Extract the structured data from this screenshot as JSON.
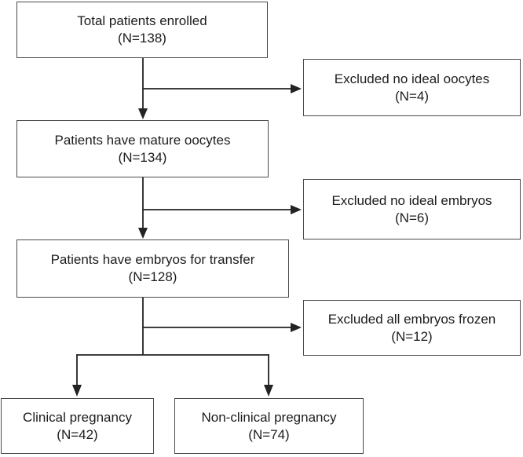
{
  "diagram": {
    "boxes": [
      {
        "name": "total-enrolled",
        "line1": "Total patients enrolled",
        "line2": "(N=138)"
      },
      {
        "name": "excluded-no-ideal-oocytes",
        "line1": "Excluded no ideal oocytes",
        "line2": "(N=4)"
      },
      {
        "name": "mature-oocytes",
        "line1": "Patients have mature oocytes",
        "line2": "(N=134)"
      },
      {
        "name": "excluded-no-ideal-embryos",
        "line1": "Excluded no ideal embryos",
        "line2": "(N=6)"
      },
      {
        "name": "embryos-for-transfer",
        "line1": "Patients have embryos for transfer",
        "line2": "(N=128)"
      },
      {
        "name": "excluded-all-embryos-frozen",
        "line1": "Excluded all embryos frozen",
        "line2": "(N=12)"
      },
      {
        "name": "clinical-pregnancy",
        "line1": "Clinical pregnancy",
        "line2": "(N=42)"
      },
      {
        "name": "non-clinical-pregnancy",
        "line1": "Non-clinical pregnancy",
        "line2": "(N=74)"
      }
    ]
  },
  "colors": {
    "line": "#232325",
    "border": "#4a4a4c",
    "text": "#1c1c1e",
    "background": "#ffffff"
  }
}
